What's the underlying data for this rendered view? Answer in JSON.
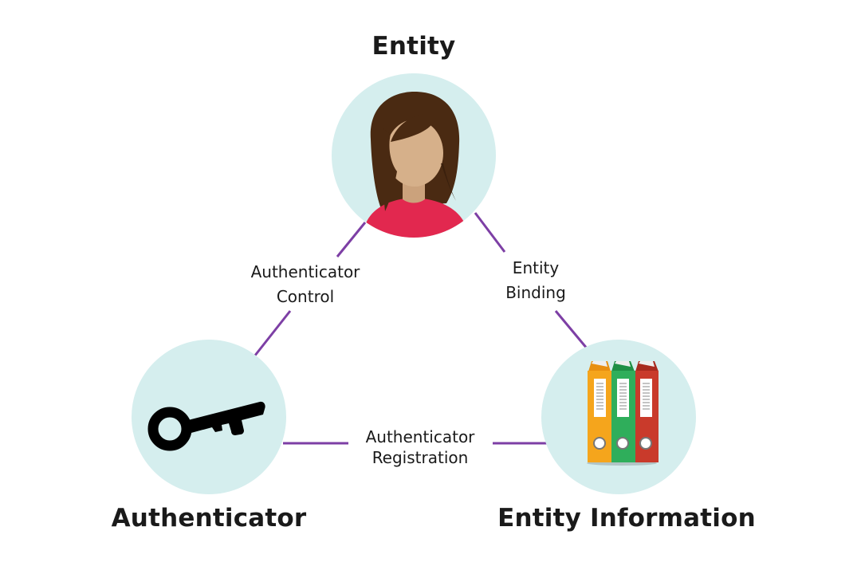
{
  "nodes": {
    "entity": {
      "label": "Entity",
      "icon": "person-icon"
    },
    "authenticator": {
      "label": "Authenticator",
      "icon": "key-icon"
    },
    "entity_information": {
      "label": "Entity Information",
      "icon": "binders-icon"
    }
  },
  "edges": {
    "authenticator_control": {
      "line1": "Authenticator",
      "line2": "Control"
    },
    "entity_binding": {
      "line1": "Entity",
      "line2": "Binding"
    },
    "authenticator_registration": {
      "line1": "Authenticator",
      "line2": "Registration"
    }
  },
  "colors": {
    "circle_fill": "#d5eeee",
    "edge_line": "#7d3fa5",
    "hair": "#4a2a12",
    "skin": "#d6b08a",
    "shirt": "#e2284f",
    "binder_orange": "#f5a51c",
    "binder_green": "#2fae5b",
    "binder_red": "#c93a2b",
    "key": "#000000"
  }
}
